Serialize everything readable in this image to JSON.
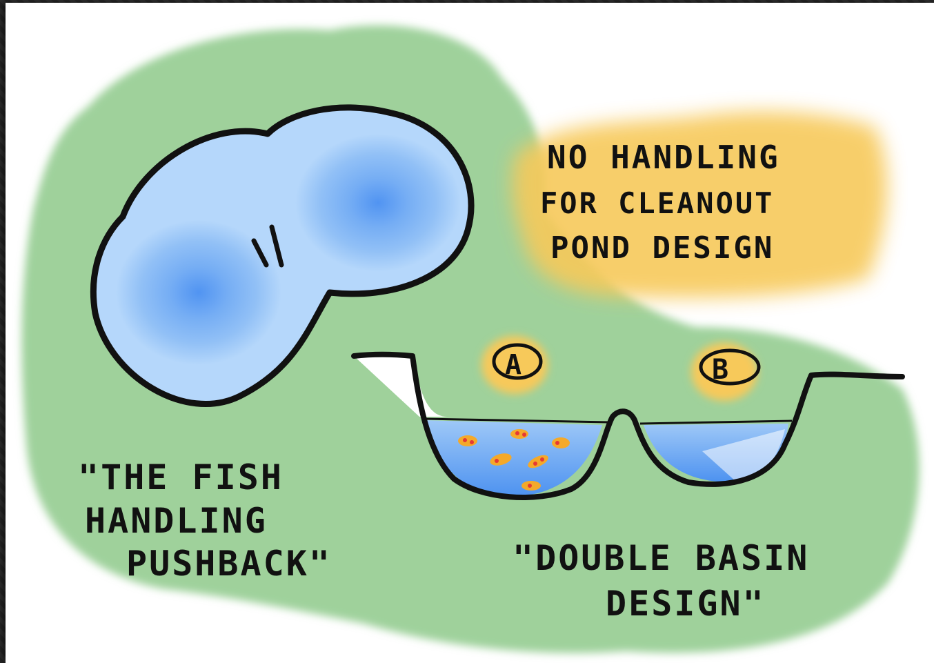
{
  "title": {
    "line1": "NO HANDLING",
    "line2": "FOR CLEANOUT",
    "line3": "POND DESIGN"
  },
  "left_caption": {
    "line1": "\"THE FISH",
    "line2": "HANDLING",
    "line3": "PUSHBACK\""
  },
  "right_caption": {
    "line1": "\"DOUBLE BASIN",
    "line2": "DESIGN\""
  },
  "markers": {
    "a": "A",
    "b": "B"
  },
  "colors": {
    "grass": "#9fd19b",
    "water_light": "#b5d7fb",
    "water_mid": "#8bbcf5",
    "water_deep": "#3f88f0",
    "highlight": "#f7c95a",
    "ink": "#111111",
    "fish": "#f4a92a"
  }
}
